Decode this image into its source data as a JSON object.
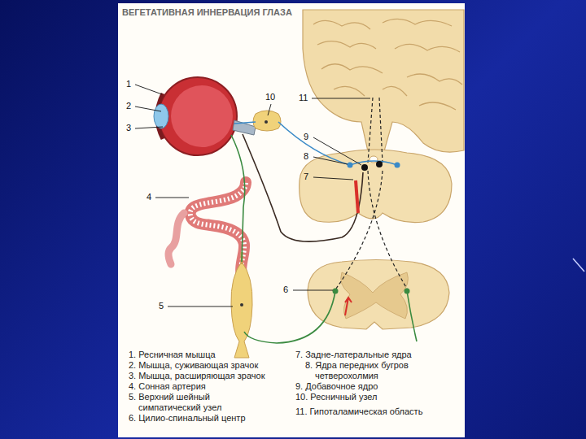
{
  "diagram": {
    "title": "ВЕГЕТАТИВНАЯ ИННЕРВАЦИЯ ГЛАЗА",
    "labels": [
      "1",
      "2",
      "3",
      "4",
      "5",
      "6",
      "7",
      "8",
      "9",
      "10",
      "11",
      "1. Ресничная мышца",
      "2. Мышца, суживающая зрачок",
      "3. Мышца, расширяющая зрачок",
      "4. Сонная артерия",
      "5. Верхний шейный симпатический узел",
      "6. Цилио-спинальный центр",
      "7. Задне-латеральные ядра",
      "8. Ядра передних бугров четверохолмия",
      "9. Добавочное ядро",
      "10. Ресничный узел",
      "11. Гипоталамическая область"
    ]
  }
}
